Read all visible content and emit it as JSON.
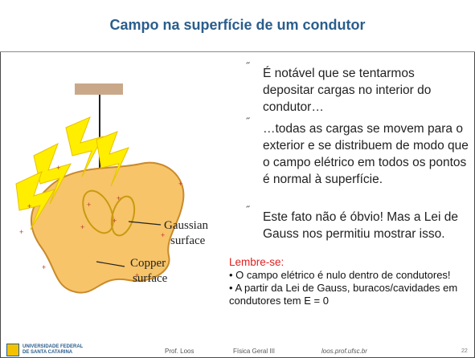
{
  "title": "Campo na superfície de um condutor",
  "bullets": [
    {
      "mark": "˝",
      "text": "É notável que se tentarmos depositar cargas no interior do condutor…"
    },
    {
      "mark": "˝",
      "text": "…todas as cargas se movem para o exterior e se distribuem de modo que o campo elétrico em todos os pontos é normal à superfície."
    },
    {
      "mark": "˝",
      "text": "Este fato não é óbvio! Mas a Lei de Gauss nos permitiu mostrar isso."
    }
  ],
  "lembre": {
    "heading": "Lembre-se:",
    "items": [
      "• O campo elétrico é nulo dentro de condutores!",
      "• A partir da Lei de Gauss, buracos/cavidades em condutores tem E = 0"
    ]
  },
  "diagram": {
    "gaussian_label_1": "Gaussian",
    "gaussian_label_2": "surface",
    "copper_label_1": "Copper",
    "copper_label_2": "surface",
    "plus": "+",
    "colors": {
      "conductor": "#f7c469",
      "conductor_edge": "#c98a2a",
      "bolt": "#ffee00",
      "plus": "#c0392b"
    }
  },
  "footer": {
    "logo_line1": "UNIVERSIDADE FEDERAL",
    "logo_line2": "DE SANTA CATARINA",
    "author": "Prof. Loos",
    "course": "Física Geral III",
    "site": "loos.prof.ufsc.br",
    "page": "22"
  }
}
